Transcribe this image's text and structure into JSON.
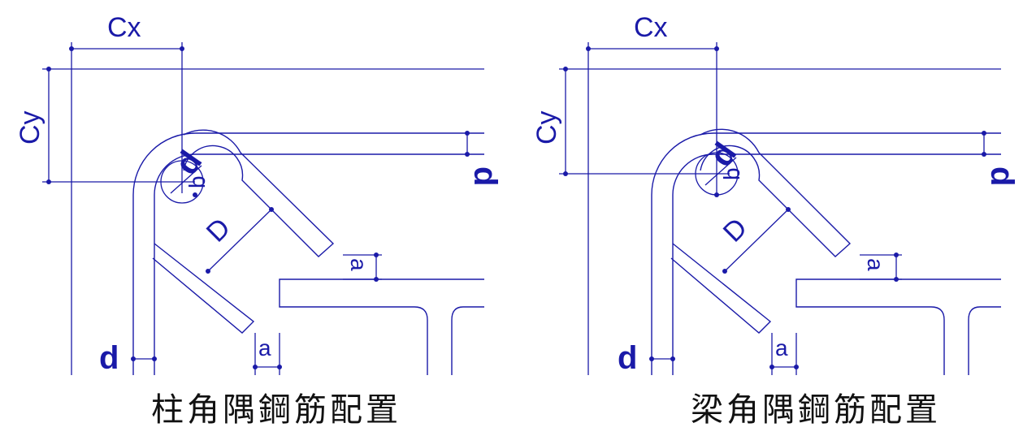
{
  "panels": [
    {
      "caption": "柱角隅鋼筋配置",
      "labels": {
        "cx": "Cx",
        "cy": "Cy",
        "d_left": "d",
        "d_right": "d",
        "D": "D",
        "a_bottom": "a",
        "a_right": "a",
        "small_d": "d",
        "small_b": "b"
      }
    },
    {
      "caption": "梁角隅鋼筋配置",
      "labels": {
        "cx": "Cx",
        "cy": "Cy",
        "d_left": "d",
        "d_right": "d",
        "D": "D",
        "a_bottom": "a",
        "a_right": "a",
        "small_d": "d",
        "small_b": "b"
      }
    }
  ],
  "colors": {
    "line": "#1a1aa8",
    "caption": "#111111",
    "background": "#ffffff"
  }
}
